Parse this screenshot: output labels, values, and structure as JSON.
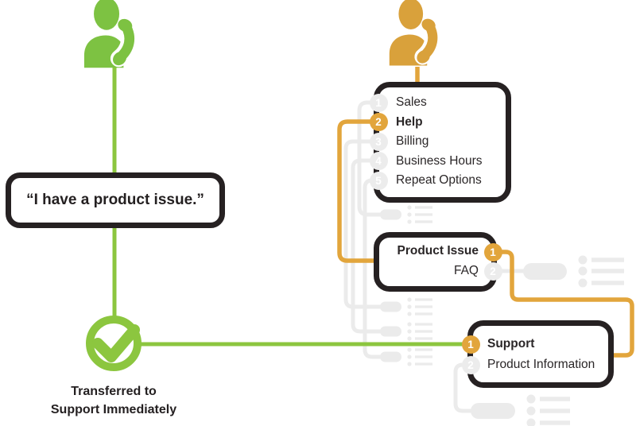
{
  "left_flow": {
    "caller_icon": "caller-with-phone",
    "speech_bubble": "“I have a product issue.”",
    "check_icon": "check-circle",
    "caption_line1": "Transferred to",
    "caption_line2": "Support Immediately"
  },
  "right_flow": {
    "caller_icon": "caller-with-phone",
    "main_menu": {
      "items": [
        {
          "number": "1",
          "label": "Sales",
          "highlight": false
        },
        {
          "number": "2",
          "label": "Help",
          "highlight": true
        },
        {
          "number": "3",
          "label": "Billing",
          "highlight": false
        },
        {
          "number": "4",
          "label": "Business Hours",
          "highlight": false
        },
        {
          "number": "5",
          "label": "Repeat Options",
          "highlight": false
        }
      ]
    },
    "product_menu": {
      "items": [
        {
          "number": "1",
          "label": "Product Issue",
          "highlight": true
        },
        {
          "number": "2",
          "label": "FAQ",
          "highlight": false
        }
      ]
    },
    "support_menu": {
      "items": [
        {
          "number": "1",
          "label": "Support",
          "highlight": true
        },
        {
          "number": "2",
          "label": "Product Information",
          "highlight": false
        }
      ]
    }
  },
  "colors": {
    "green": "#8CC63F",
    "orange": "#E2A53C",
    "dark": "#262122",
    "gray": "#EBEBEB",
    "white": "#FFFFFF"
  }
}
